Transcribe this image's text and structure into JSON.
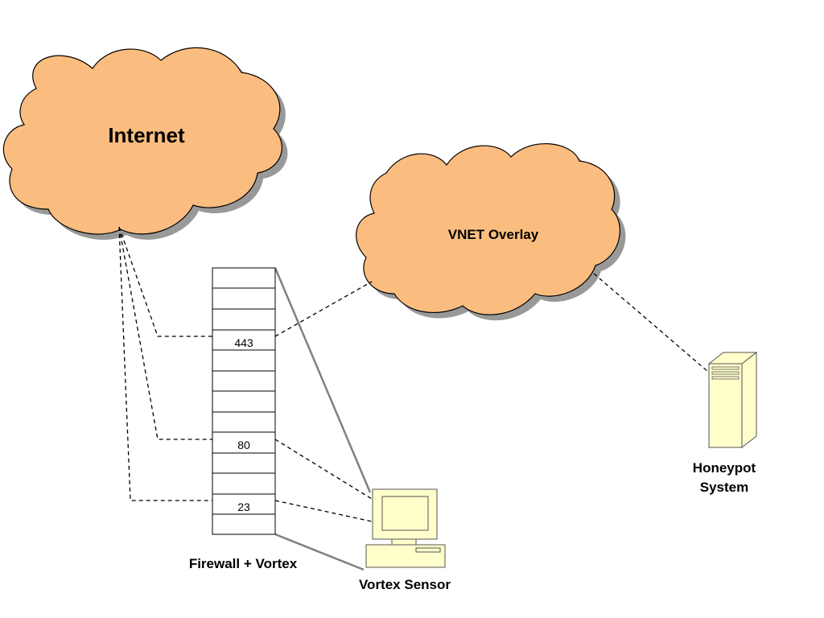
{
  "diagram": {
    "internet_label": "Internet",
    "vnet_label": "VNET Overlay",
    "firewall_label": "Firewall + Vortex",
    "sensor_label": "Vortex Sensor",
    "honeypot_label_line1": "Honeypot",
    "honeypot_label_line2": "System",
    "ports": [
      "443",
      "80",
      "23"
    ]
  },
  "colors": {
    "cloud_fill": "#fbbd7f",
    "shadow": "#999999",
    "device_fill": "#ffffcc",
    "solid_line": "#808080"
  }
}
